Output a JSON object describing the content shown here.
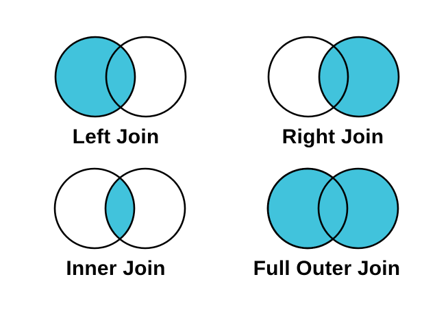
{
  "page": {
    "background": "#ffffff"
  },
  "colors": {
    "shaded_fill": "#41c3dc",
    "circle_outline": "#000000",
    "label_text": "#000000"
  },
  "diagrams": [
    {
      "label": "Left Join",
      "shaded_region": "entire left circle including intersection"
    },
    {
      "label": "Right Join",
      "shaded_region": "entire right circle including intersection"
    },
    {
      "label": "Inner Join",
      "shaded_region": "intersection only"
    },
    {
      "label": "Full Outer Join",
      "shaded_region": "both circles including intersection"
    }
  ]
}
